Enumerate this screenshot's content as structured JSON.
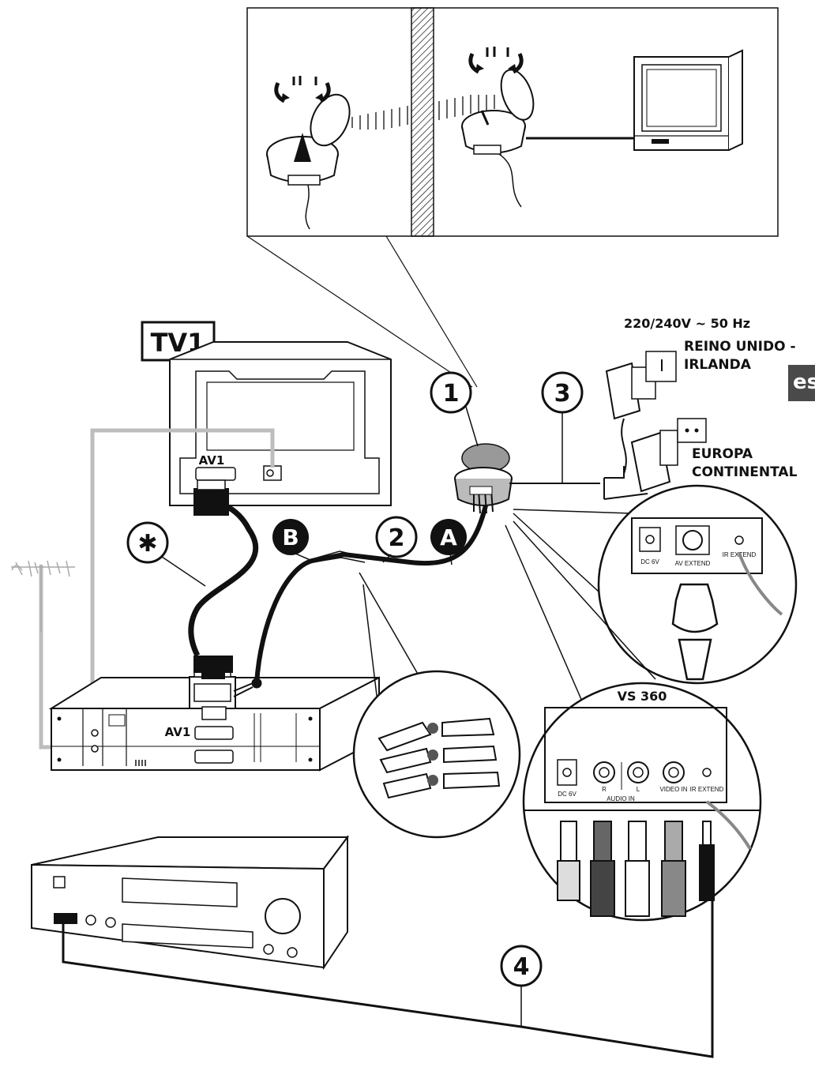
{
  "labels": {
    "tv1": "TV1",
    "av1_tv": "AV1",
    "av1_vcr": "AV1",
    "voltage": "220/240V ~ 50 Hz",
    "uk_line1": "REINO UNIDO -",
    "uk_line2": "IRLANDA",
    "eu_line1": "EUROPA",
    "eu_line2": "CONTINENTAL",
    "model": "VS 360",
    "lang_tab": "es"
  },
  "callouts": {
    "one": "1",
    "two": "2",
    "three": "3",
    "four": "4",
    "a": "A",
    "b": "B",
    "star": "✱"
  },
  "jack_panel_small": {
    "dc": "DC 6V",
    "av_extend": "AV EXTEND",
    "ir_extend": "IR EXTEND"
  },
  "jack_panel_large": {
    "dc": "DC 6V",
    "r": "R",
    "l": "L",
    "audio_in": "AUDIO IN",
    "video_in": "VIDEO IN",
    "ir_extend": "IR EXTEND"
  },
  "colors": {
    "ink": "#111111",
    "antenna_cable": "#bdbdbd",
    "lang_tab_bg": "#4a4a4a"
  }
}
